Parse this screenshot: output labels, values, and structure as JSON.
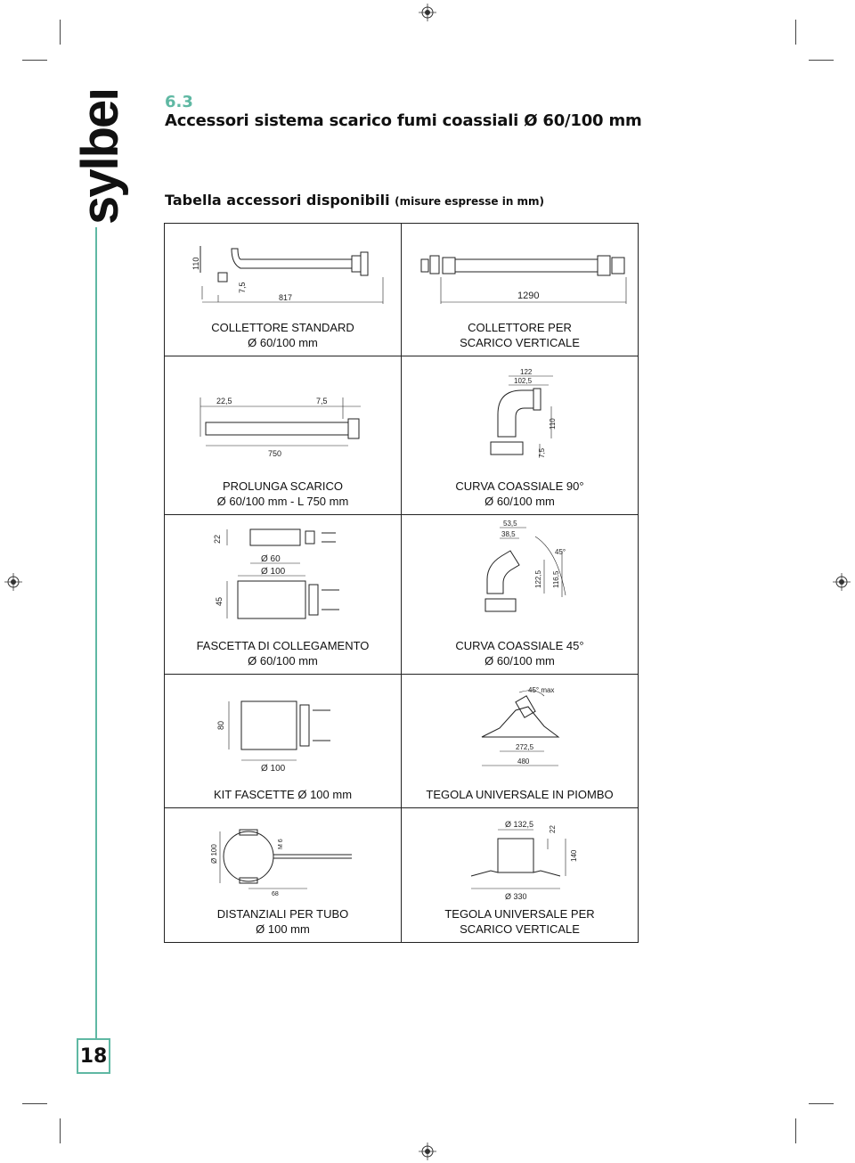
{
  "brand": {
    "logo_text": "sylber"
  },
  "section": {
    "number": "6.3",
    "title": "Accessori sistema scarico fumi coassiali Ø 60/100 mm"
  },
  "table": {
    "title": "Tabella accessori disponibili",
    "note": "(misure espresse in mm)"
  },
  "items": [
    {
      "line1": "COLLETTORE STANDARD",
      "line2": "Ø 60/100 mm",
      "dims": [
        "817",
        "7,5",
        "110"
      ]
    },
    {
      "line1": "COLLETTORE PER",
      "line2": "SCARICO VERTICALE",
      "dims": [
        "1290"
      ]
    },
    {
      "line1": "PROLUNGA SCARICO",
      "line2": "Ø 60/100 mm -  L 750 mm",
      "dims": [
        "22,5",
        "7,5",
        "750"
      ]
    },
    {
      "line1": "CURVA COASSIALE 90°",
      "line2": "Ø 60/100 mm",
      "dims": [
        "122",
        "102,5",
        "110",
        "7,5"
      ]
    },
    {
      "line1": "FASCETTA DI COLLEGAMENTO",
      "line2": "Ø 60/100 mm",
      "dims": [
        "22",
        "Ø 60",
        "Ø 100",
        "45"
      ]
    },
    {
      "line1": "CURVA COASSIALE 45°",
      "line2": "Ø 60/100 mm",
      "dims": [
        "53,5",
        "38,5",
        "45°",
        "122,5",
        "116,5"
      ]
    },
    {
      "line1": "KIT FASCETTE Ø 100 mm",
      "line2": "",
      "dims": [
        "80",
        "Ø 100"
      ]
    },
    {
      "line1": "TEGOLA UNIVERSALE IN PIOMBO",
      "line2": "",
      "dims": [
        "45° max",
        "272,5",
        "480"
      ]
    },
    {
      "line1": "DISTANZIALI PER TUBO",
      "line2": "Ø 100 mm",
      "dims": [
        "Ø 100",
        "M 6",
        "68"
      ]
    },
    {
      "line1": "TEGOLA UNIVERSALE PER",
      "line2": "SCARICO VERTICALE",
      "dims": [
        "Ø 132,5",
        "22",
        "140",
        "Ø 330"
      ]
    }
  ],
  "page": {
    "number": "18"
  },
  "colors": {
    "accent": "#5fb8a3",
    "ink": "#111111",
    "border": "#222222"
  }
}
